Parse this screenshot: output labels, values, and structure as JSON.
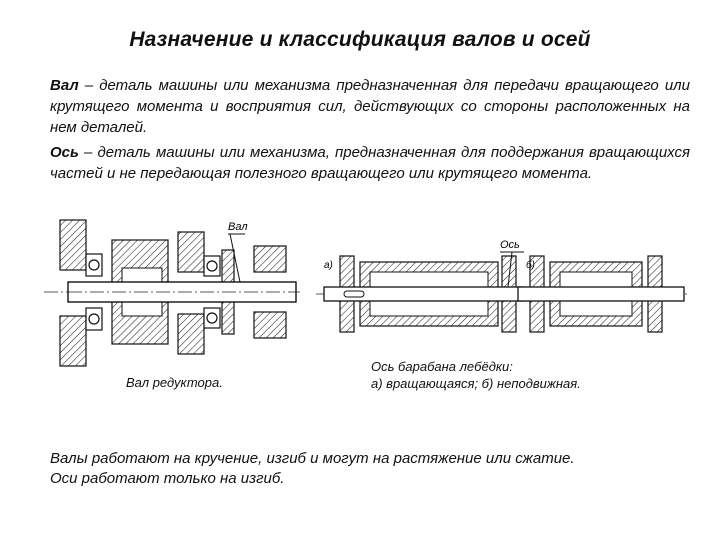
{
  "title": "Назначение и классификация валов и осей",
  "definitions": {
    "shaft": {
      "term": "Вал",
      "text": " – деталь машины или механизма предназначенная для передачи вращающего или крутящего момента и восприятия сил, действующих со стороны расположенных на нем деталей."
    },
    "axle": {
      "term": "Ось",
      "text": " – деталь машины или механизма, предназначенная для поддержания вращающихся частей и не передающая полезного вращающего или крутящего момента."
    }
  },
  "figures": {
    "reducer": {
      "callout": "Вал",
      "caption": "Вал редуктора."
    },
    "drum": {
      "callout": "Ось",
      "label_a": "а)",
      "label_b": "б)",
      "caption_line1": "Ось барабана лебёдки:",
      "caption_line2": "а) вращающаяся; б) неподвижная."
    }
  },
  "summary": {
    "line1": "Валы работают на кручение, изгиб и могут на растяжение или сжатие.",
    "line2": "Оси работают только на изгиб."
  }
}
